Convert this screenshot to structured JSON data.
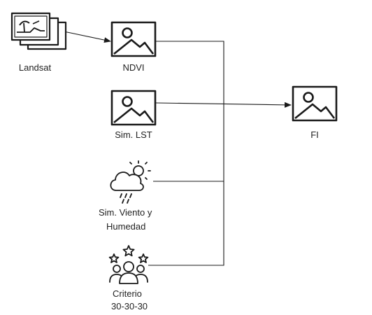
{
  "diagram": {
    "nodes": {
      "landsat": {
        "label": "Landsat",
        "icon": "satellite-imagery-icon"
      },
      "ndvi": {
        "label": "NDVI",
        "icon": "image-icon"
      },
      "sim_lst": {
        "label": "Sim. LST",
        "icon": "image-icon"
      },
      "sim_viento": {
        "label_line1": "Sim. Viento y",
        "label_line2": "Humedad",
        "icon": "weather-rain-sun-icon"
      },
      "criterio": {
        "label_line1": "Criterio",
        "label_line2": "30-30-30",
        "icon": "people-stars-icon"
      },
      "fi": {
        "label": "FI",
        "icon": "image-icon"
      }
    },
    "edges": [
      {
        "from": "landsat",
        "to": "ndvi",
        "arrow": true
      },
      {
        "from": "ndvi",
        "to": "fi",
        "arrow": true
      },
      {
        "from": "sim_lst",
        "to": "fi",
        "arrow": true
      },
      {
        "from": "sim_viento",
        "to": "fi",
        "arrow": true
      },
      {
        "from": "criterio",
        "to": "fi",
        "arrow": true
      }
    ],
    "colors": {
      "stroke": "#1a1a1a",
      "fill": "#ffffff",
      "text": "#222222"
    }
  }
}
